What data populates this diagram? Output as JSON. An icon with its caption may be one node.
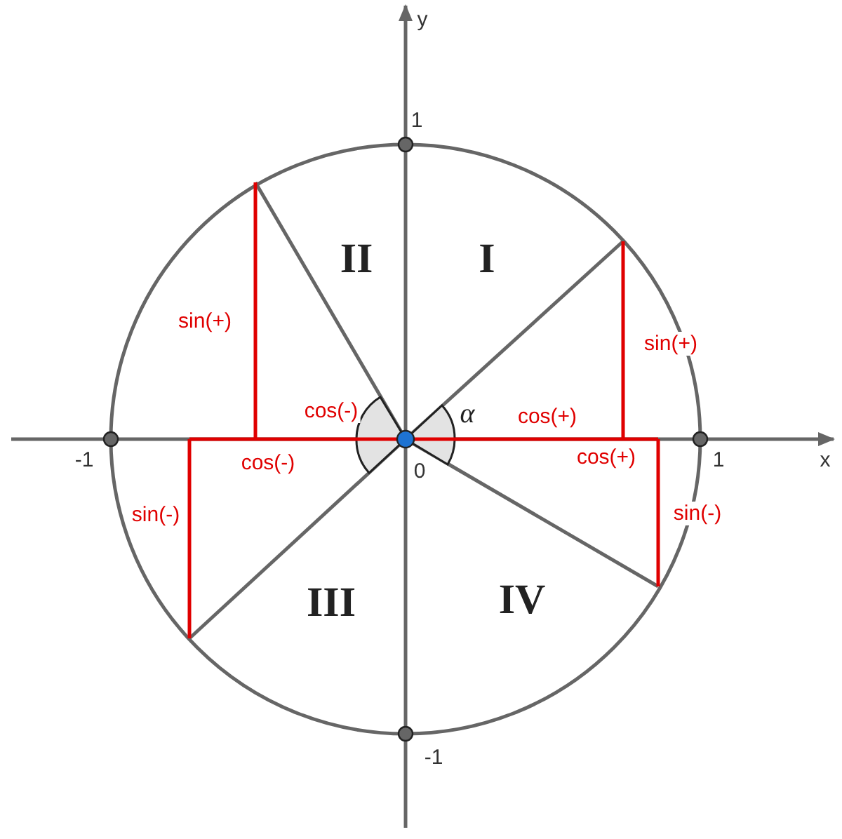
{
  "diagram": {
    "labels": [
      "y",
      "1",
      "II",
      "I",
      "sin(+)",
      "sin(+)",
      "α",
      "cos(-)",
      "cos(+)",
      "-1",
      "1",
      "x",
      "cos(-)",
      "cos(+)",
      "0",
      "sin(-)",
      "sin(-)",
      "III",
      "IV",
      "-1"
    ]
  }
}
